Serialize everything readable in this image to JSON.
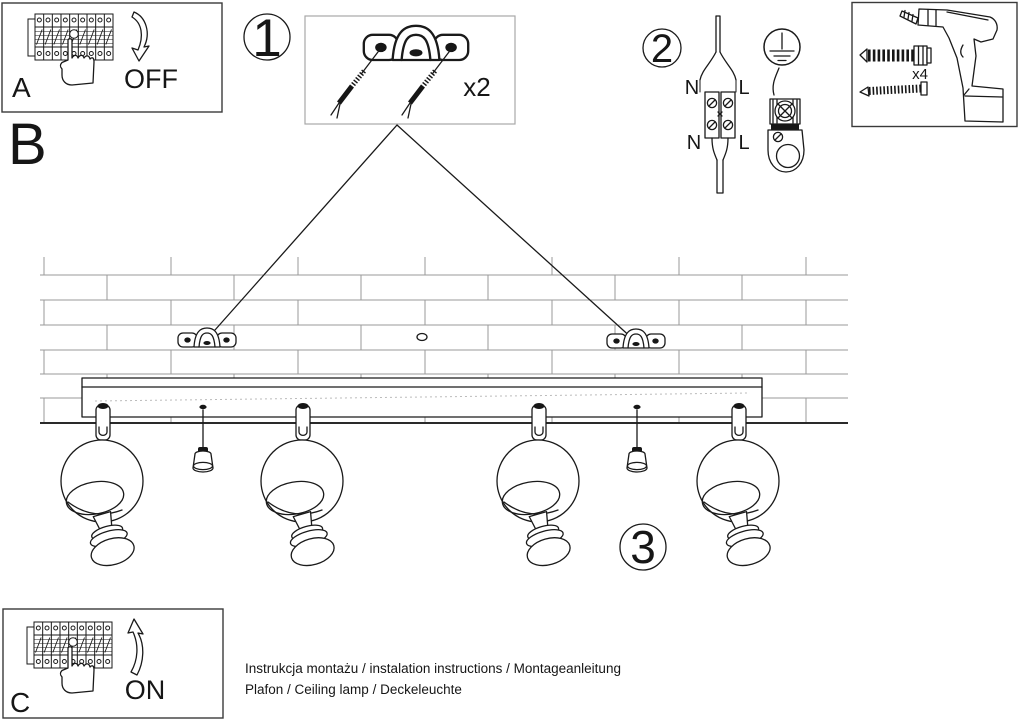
{
  "colors": {
    "ink": "#1a1a1a",
    "brick_line": "#9a9a9a"
  },
  "box_a": {
    "label": "A",
    "switch_state": "OFF"
  },
  "section_b": {
    "label": "B"
  },
  "box_c": {
    "label": "C",
    "switch_state": "ON"
  },
  "step1": {
    "number": "1",
    "quantity": "x2"
  },
  "step2": {
    "number": "2",
    "labels": {
      "n_top": "N",
      "l_top": "L",
      "n_bottom": "N",
      "l_bottom": "L"
    }
  },
  "step3": {
    "number": "3"
  },
  "toolbox": {
    "quantity": "x4"
  },
  "footer": {
    "line1": "Instrukcja montażu / instalation instructions / Montageanleitung",
    "line2": "Plafon / Ceiling lamp / Deckeleuchte"
  }
}
